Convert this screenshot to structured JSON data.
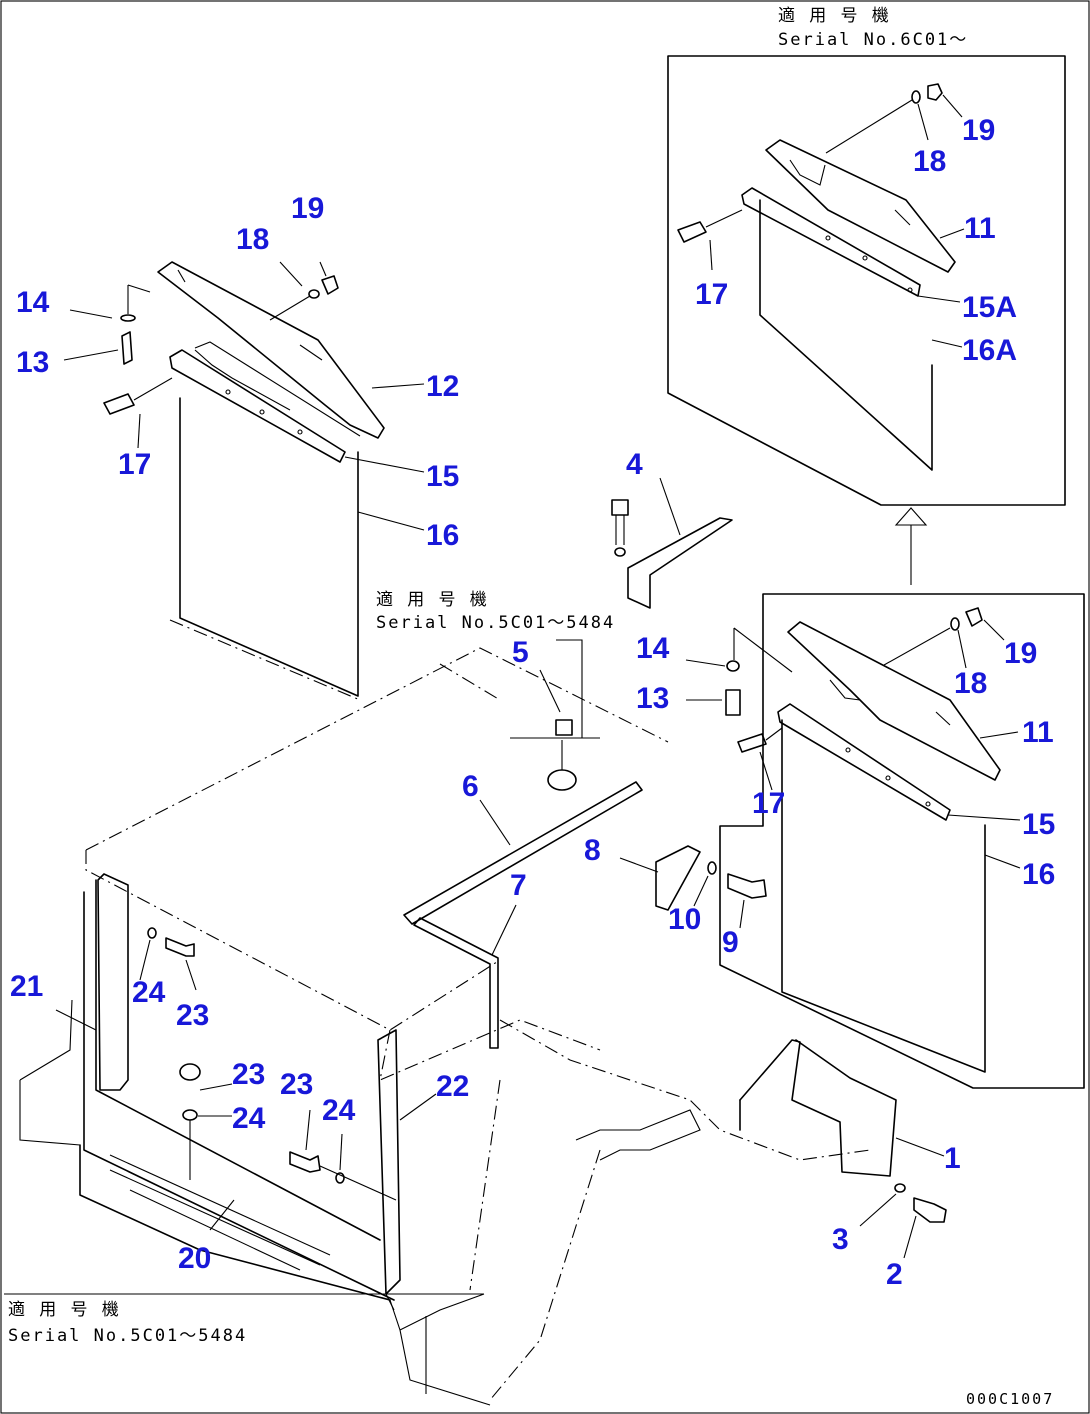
{
  "serial_notes": {
    "top_right": {
      "line1": "適 用 号 機",
      "line2": "Serial No.6C01～"
    },
    "middle": {
      "line1": "適 用 号 機",
      "line2": "Serial No.5C01～5484"
    },
    "bottom_left": {
      "line1": "適 用 号 機",
      "line2": "Serial No.5C01～5484"
    }
  },
  "callouts": {
    "tr_19": "19",
    "tr_18": "18",
    "tr_11": "11",
    "tr_17": "17",
    "tr_15a": "15A",
    "tr_16a": "16A",
    "ul_19": "19",
    "ul_18": "18",
    "ul_14": "14",
    "ul_13": "13",
    "ul_12": "12",
    "ul_17": "17",
    "ul_15": "15",
    "ul_16": "16",
    "c_4": "4",
    "c_5": "5",
    "c_14": "14",
    "c_13": "13",
    "c_6": "6",
    "c_7": "7",
    "c_8": "8",
    "c_10": "10",
    "c_9": "9",
    "mr_19": "19",
    "mr_18": "18",
    "mr_11": "11",
    "mr_17": "17",
    "mr_15": "15",
    "mr_16": "16",
    "c_1": "1",
    "c_3": "3",
    "c_2": "2",
    "l_21": "21",
    "l_24a": "24",
    "l_23a": "23",
    "l_23b": "23",
    "l_24b": "24",
    "l_23c": "23",
    "l_24c": "24",
    "l_22": "22",
    "l_20": "20"
  },
  "drawing_code": "000C1007"
}
